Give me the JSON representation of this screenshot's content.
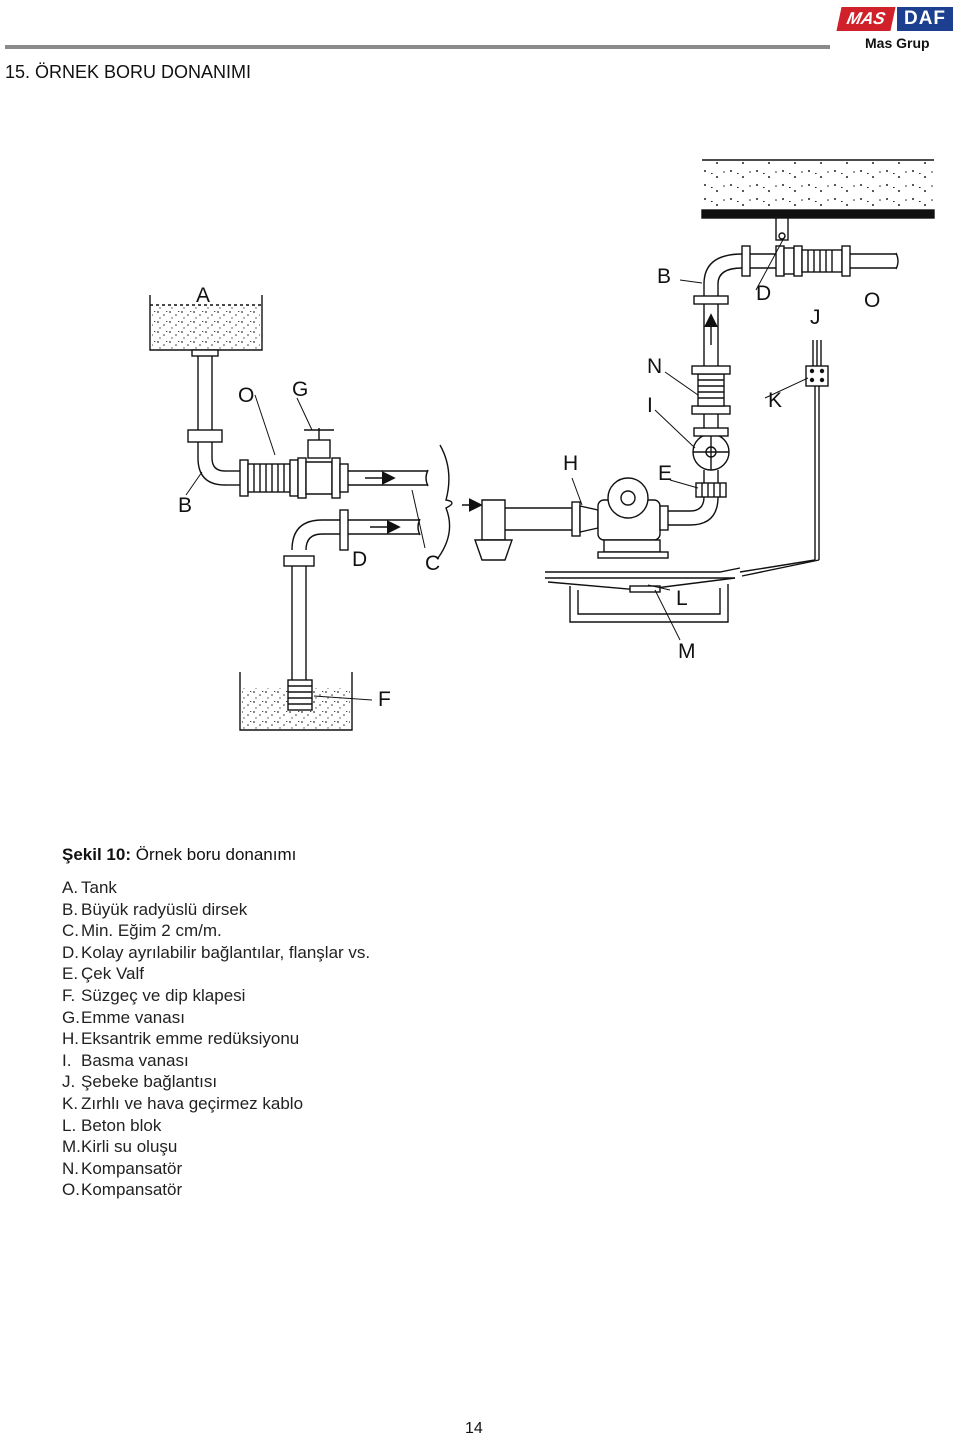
{
  "header": {
    "section_title": "15. ÖRNEK BORU DONANIMI",
    "logo_left": "MAS",
    "logo_right": "DAF",
    "logo_sub": "Mas Grup"
  },
  "diagram": {
    "labels": {
      "A": "A",
      "B_left": "B",
      "O_left": "O",
      "G": "G",
      "D_lower": "D",
      "C": "C",
      "F": "F",
      "H": "H",
      "E": "E",
      "I": "I",
      "N": "N",
      "B_right": "B",
      "D_upper": "D",
      "J": "J",
      "O_right": "O",
      "K": "K",
      "L": "L",
      "M": "M"
    }
  },
  "caption": {
    "prefix": "Şekil 10:",
    "text": " Örnek boru donanımı"
  },
  "legend": [
    {
      "key": "A.",
      "text": "Tank"
    },
    {
      "key": "B.",
      "text": "Büyük radyüslü dirsek"
    },
    {
      "key": "C.",
      "text": "Min. Eğim 2 cm/m."
    },
    {
      "key": "D.",
      "text": "Kolay ayrılabilir bağlantılar, flanşlar vs."
    },
    {
      "key": "E.",
      "text": "Çek Valf"
    },
    {
      "key": "F.",
      "text": "Süzgeç ve dip klapesi"
    },
    {
      "key": "G.",
      "text": "Emme vanası"
    },
    {
      "key": "H.",
      "text": "Eksantrik emme redüksiyonu"
    },
    {
      "key": "I.",
      "text": "Basma vanası"
    },
    {
      "key": "J.",
      "text": "Şebeke bağlantısı"
    },
    {
      "key": "K.",
      "text": "Zırhlı ve hava geçirmez kablo"
    },
    {
      "key": "L.",
      "text": "Beton blok"
    },
    {
      "key": "M.",
      "text": "Kirli su oluşu"
    },
    {
      "key": "N.",
      "text": "Kompansatör"
    },
    {
      "key": "O.",
      "text": "Kompansatör"
    }
  ],
  "footer": {
    "page_number": "14"
  }
}
